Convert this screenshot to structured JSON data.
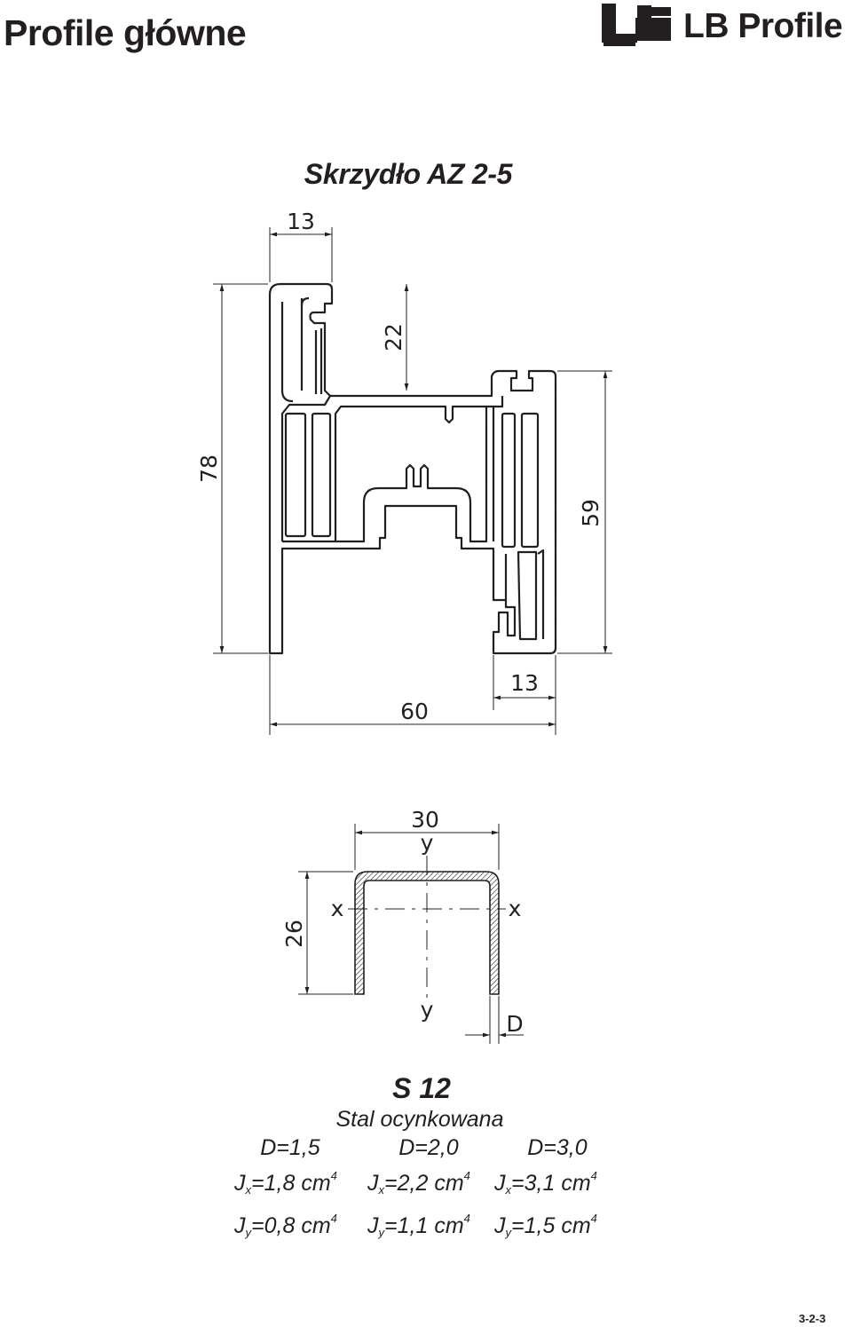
{
  "header": {
    "title": "Profile główne",
    "brand_name": "LB Profile",
    "logo_icon": "lb-monogram-logo"
  },
  "profile": {
    "title": "Skrzydło AZ 2-5",
    "dimensions": {
      "top_width": "13",
      "rebate_depth": "22",
      "total_height": "78",
      "right_height": "59",
      "bottom_right_width": "13",
      "total_width": "60"
    }
  },
  "steel": {
    "code": "S 12",
    "material": "Stal ocynkowana",
    "dimensions": {
      "width": "30",
      "height": "26",
      "thickness": "D"
    },
    "axes": {
      "x": "x",
      "y": "y"
    },
    "variants": [
      {
        "d": "D=1,5",
        "jx": "1,8",
        "jy": "0,8"
      },
      {
        "d": "D=2,0",
        "jx": "2,2",
        "jy": "1,1"
      },
      {
        "d": "D=3,0",
        "jx": "3,1",
        "jy": "1,5"
      }
    ],
    "symbols": {
      "j": "J",
      "sub_x": "x",
      "sub_y": "y",
      "unit": "cm",
      "unit_exp": "4"
    }
  },
  "footer": {
    "page_number": "3-2-3"
  }
}
